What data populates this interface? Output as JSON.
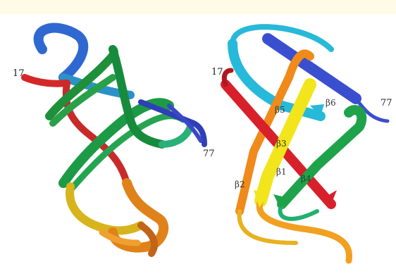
{
  "left_structure": {
    "label_start": "17",
    "label_end": "77"
  },
  "right_structure": {
    "label_start": "17",
    "label_end": "77",
    "strands": {
      "b1": "β1",
      "b2": "β2",
      "b3": "β3",
      "b4": "β4",
      "b5": "β5",
      "b6": "β6"
    }
  },
  "colors": {
    "blue": "#3a4fd0",
    "cyan": "#27b9d9",
    "green": "#1ea34a",
    "yellow": "#f2e51b",
    "orange": "#f08a1a",
    "red": "#d8202a",
    "background_band": "#fffbe6"
  }
}
